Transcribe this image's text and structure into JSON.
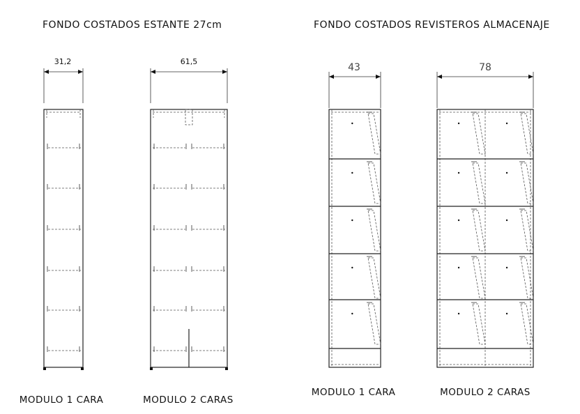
{
  "titles": {
    "left": "FONDO COSTADOS ESTANTE 27cm",
    "right": "FONDO COSTADOS REVISTEROS ALMACENAJE"
  },
  "modules": [
    {
      "caption": "MODULO 1 CARA",
      "dimension": "31,2",
      "type": "shelf",
      "faces": 1,
      "shelves": 6
    },
    {
      "caption": "MODULO 2 CARAS",
      "dimension": "61,5",
      "type": "shelf",
      "faces": 2,
      "shelves": 6
    },
    {
      "caption": "MODULO 1 CARA",
      "dimension": "43",
      "type": "magazine",
      "faces": 1,
      "compartments": 5
    },
    {
      "caption": "MODULO 2 CARAS",
      "dimension": "78",
      "type": "magazine",
      "faces": 2,
      "compartments": 5
    }
  ]
}
